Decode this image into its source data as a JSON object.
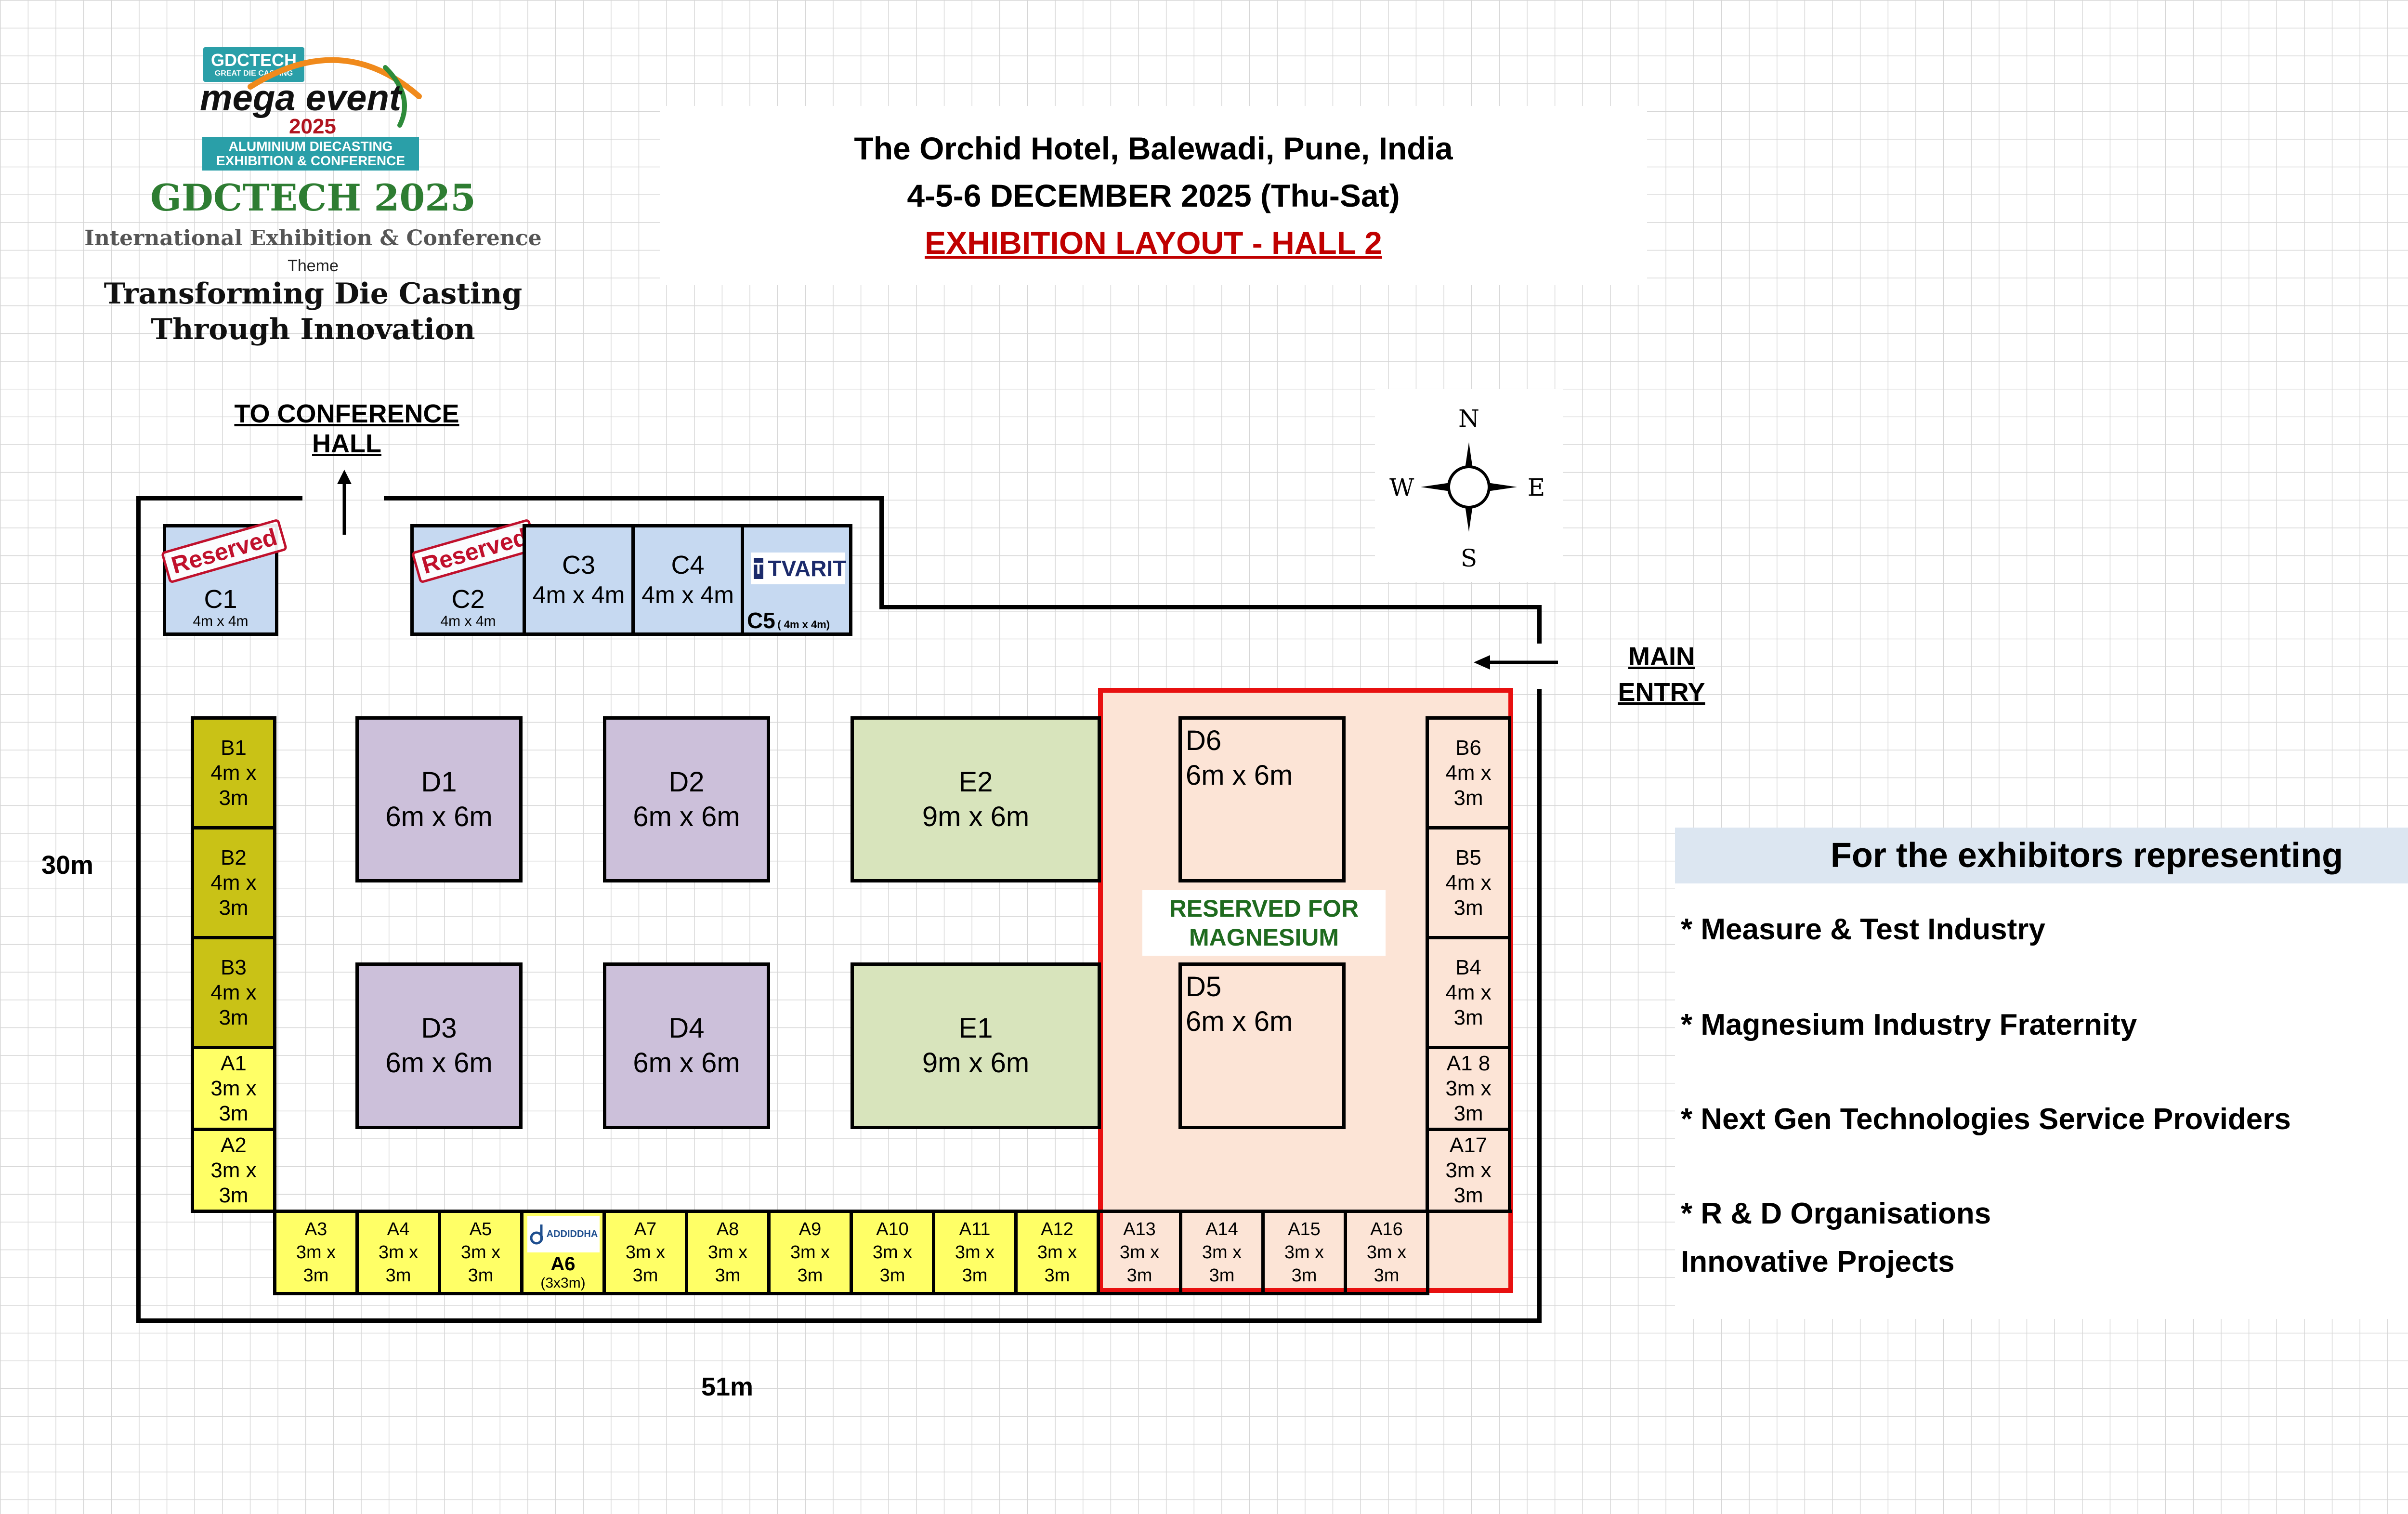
{
  "logo": {
    "brand": "GDCTECH",
    "sub": "GREAT DIE CASTING",
    "event": "mega event",
    "year": "2025",
    "band1": "ALUMINIUM DIECASTING",
    "band2": "EXHIBITION & CONFERENCE",
    "title": "GDCTECH 2025",
    "subtitle": "International Exhibition & Conference",
    "theme_label": "Theme",
    "theme1": "Transforming Die Casting",
    "theme2": "Through Innovation"
  },
  "header": {
    "venue": "The Orchid Hotel, Balewadi, Pune, India",
    "dates": "4-5-6 DECEMBER 2025 (Thu-Sat)",
    "layout_title": "EXHIBITION LAYOUT - HALL 2"
  },
  "labels": {
    "conference": "TO CONFERENCE HALL",
    "entry1": "MAIN",
    "entry2": "ENTRY",
    "height": "30m",
    "width": "51m",
    "reserved_zone1": "RESERVED FOR",
    "reserved_zone2": "MAGNESIUM",
    "reserved_stamp": "Reserved",
    "tvarit": "TVARIT",
    "addiddha": "ADDIDDHA"
  },
  "compass": {
    "n": "N",
    "s": "S",
    "e": "E",
    "w": "W"
  },
  "booths_c": [
    {
      "code": "C1",
      "size": "4m x 4m"
    },
    {
      "code": "C2",
      "size": "4m x 4m"
    },
    {
      "code": "C3",
      "size": "4m x 4m"
    },
    {
      "code": "C4",
      "size": "4m x 4m"
    },
    {
      "code": "C5",
      "size": "( 4m x 4m)"
    }
  ],
  "booths_d": [
    {
      "code": "D1",
      "size": "6m x 6m"
    },
    {
      "code": "D2",
      "size": "6m x 6m"
    },
    {
      "code": "D3",
      "size": "6m x 6m"
    },
    {
      "code": "D4",
      "size": "6m x 6m"
    },
    {
      "code": "D5",
      "size": "6m x 6m"
    },
    {
      "code": "D6",
      "size": "6m x 6m"
    }
  ],
  "booths_e": [
    {
      "code": "E1",
      "size": "9m x 6m"
    },
    {
      "code": "E2",
      "size": "9m x 6m"
    }
  ],
  "booths_b": [
    {
      "code": "B1",
      "s1": "4m x",
      "s2": "3m"
    },
    {
      "code": "B2",
      "s1": "4m x",
      "s2": "3m"
    },
    {
      "code": "B3",
      "s1": "4m x",
      "s2": "3m"
    },
    {
      "code": "B4",
      "s1": "4m x",
      "s2": "3m"
    },
    {
      "code": "B5",
      "s1": "4m x",
      "s2": "3m"
    },
    {
      "code": "B6",
      "s1": "4m x",
      "s2": "3m"
    }
  ],
  "booths_a": [
    {
      "code": "A1",
      "s1": "3m x",
      "s2": "3m"
    },
    {
      "code": "A2",
      "s1": "3m x",
      "s2": "3m"
    },
    {
      "code": "A3",
      "s1": "3m x",
      "s2": "3m"
    },
    {
      "code": "A4",
      "s1": "3m x",
      "s2": "3m"
    },
    {
      "code": "A5",
      "s1": "3m x",
      "s2": "3m"
    },
    {
      "code": "A6",
      "s1": "(3x3m)",
      "s2": ""
    },
    {
      "code": "A7",
      "s1": "3m x",
      "s2": "3m"
    },
    {
      "code": "A8",
      "s1": "3m x",
      "s2": "3m"
    },
    {
      "code": "A9",
      "s1": "3m x",
      "s2": "3m"
    },
    {
      "code": "A10",
      "s1": "3m x",
      "s2": "3m"
    },
    {
      "code": "A11",
      "s1": "3m x",
      "s2": "3m"
    },
    {
      "code": "A12",
      "s1": "3m x",
      "s2": "3m"
    },
    {
      "code": "A13",
      "s1": "3m x",
      "s2": "3m"
    },
    {
      "code": "A14",
      "s1": "3m x",
      "s2": "3m"
    },
    {
      "code": "A15",
      "s1": "3m x",
      "s2": "3m"
    },
    {
      "code": "A16",
      "s1": "3m x",
      "s2": "3m"
    },
    {
      "code": "A17",
      "s1": "3m x",
      "s2": "3m"
    },
    {
      "code": "A1 8",
      "s1": "3m x",
      "s2": "3m"
    }
  ],
  "info": {
    "heading": "For the exhibitors representing",
    "items": [
      "* Measure & Test Industry",
      "* Magnesium Industry Fraternity",
      "* Next Gen Technologies Service Providers",
      "* R & D Organisations"
    ],
    "extra": "Innovative Projects"
  },
  "colors": {
    "reserved_zone_border": "#e81010",
    "reserved_zone_fill": "#fce4d6",
    "c_booth": "#c6d9f1",
    "d_booth": "#ccc0da",
    "e_booth": "#d8e4bc",
    "b_booth": "#c9c216",
    "a_booth": "#ffff66",
    "title_red": "#c00000",
    "brand_green": "#2e7d32"
  }
}
